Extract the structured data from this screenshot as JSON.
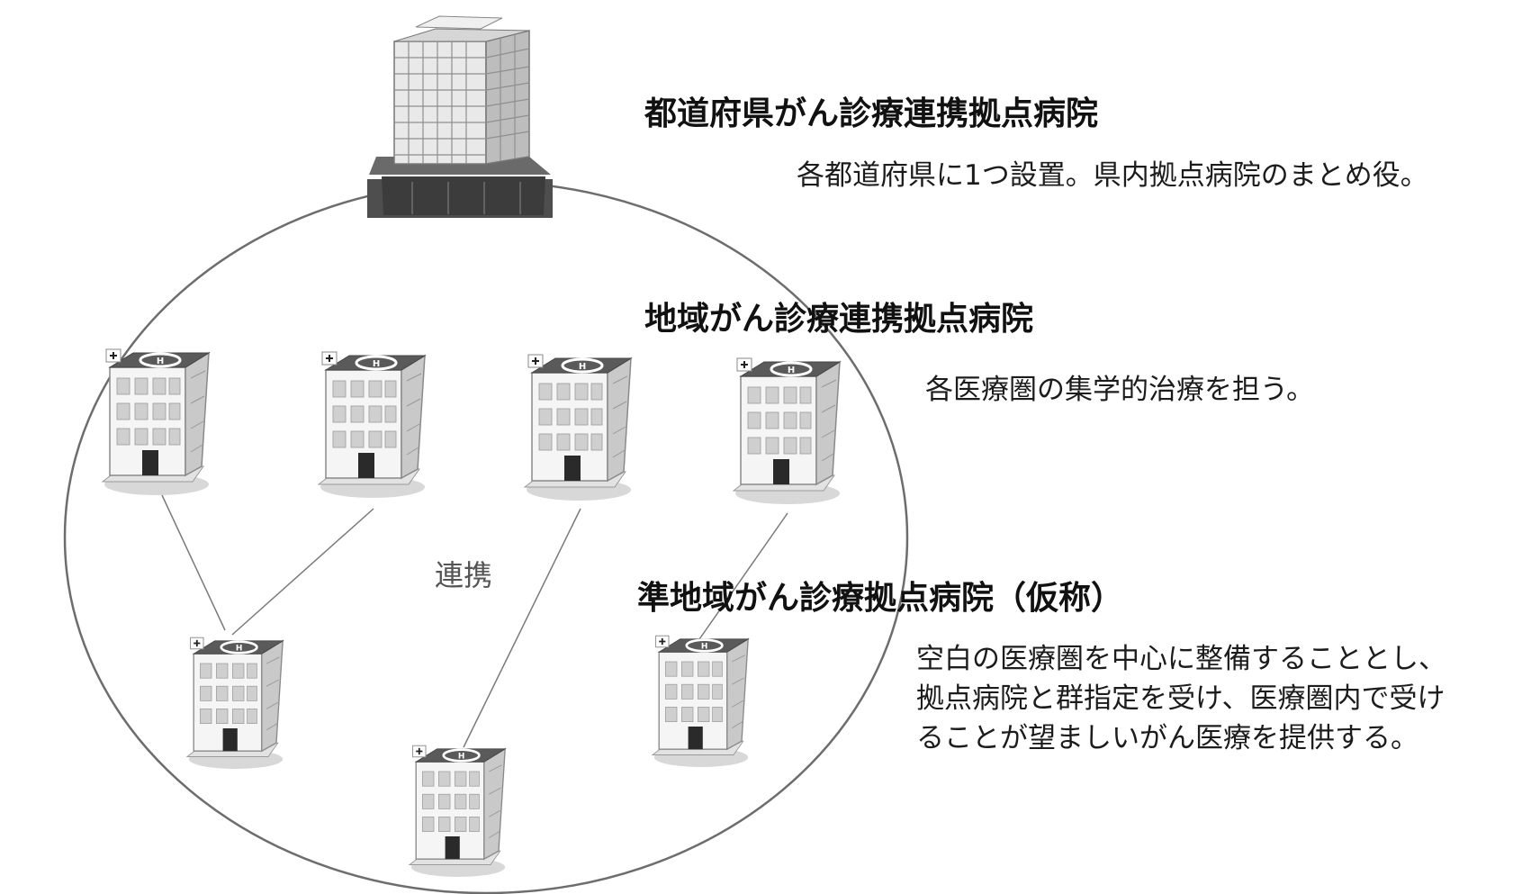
{
  "central_hospital": {
    "title": "都道府県がん診療連携拠点病院",
    "description": "各都道府県に1つ設置。県内拠点病院のまとめ役。"
  },
  "regional_hospital": {
    "title": "地域がん診療連携拠点病院",
    "description": "各医療圏の集学的治療を担う。"
  },
  "semi_regional_hospital": {
    "title": "準地域がん診療拠点病院（仮称）",
    "description_lines": [
      "空白の医療圏を中心に整備することとし、",
      "拠点病院と群指定を受け、医療圏内で受け",
      "ることが望ましいがん医療を提供する。"
    ]
  },
  "connection_label": "連携",
  "colors": {
    "line": "#7a7a7a",
    "roof": "#5a5a5a",
    "wall": "#f3f3f3"
  }
}
